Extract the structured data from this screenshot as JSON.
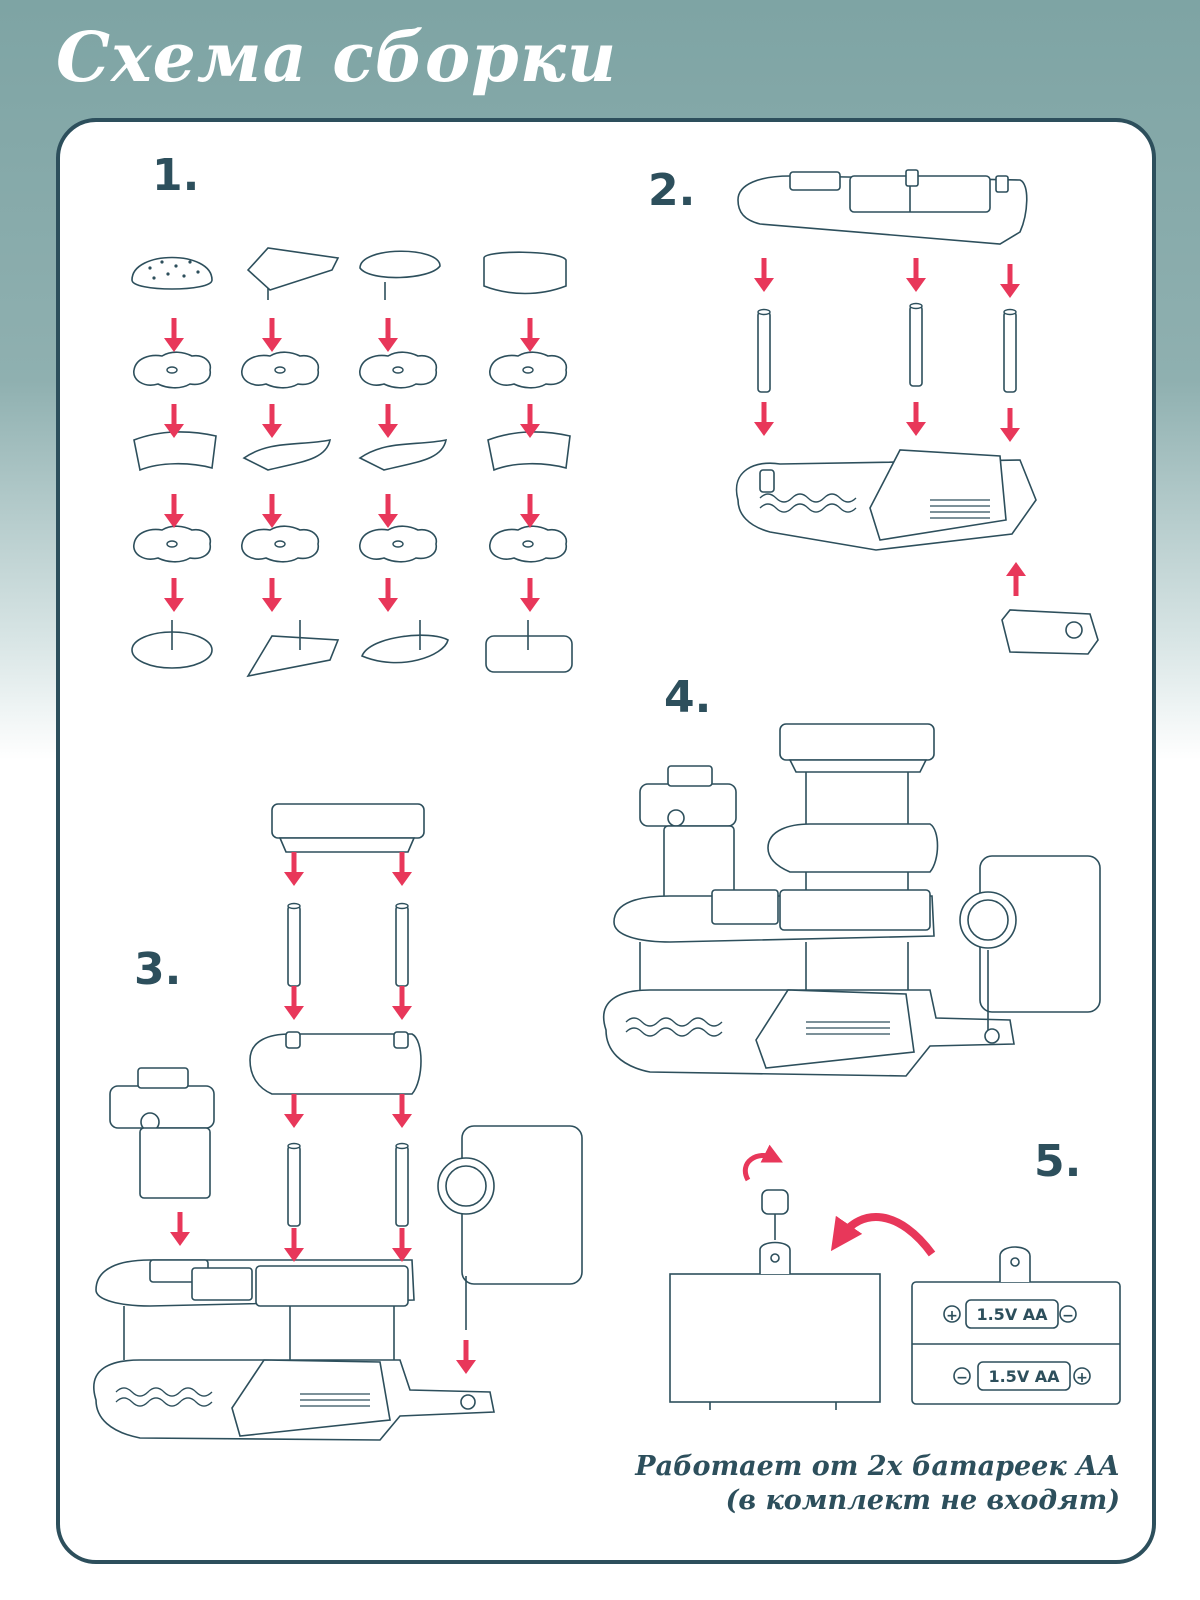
{
  "page": {
    "title": "Схема сборки",
    "accent_color": "#e8375a",
    "outline_color": "#2d4f5c",
    "header_color": "#7ea4a4"
  },
  "steps": [
    {
      "number": "1."
    },
    {
      "number": "2."
    },
    {
      "number": "3."
    },
    {
      "number": "4."
    },
    {
      "number": "5."
    }
  ],
  "battery": {
    "label_top": "1.5V AA",
    "label_bottom": "1.5V AA",
    "plus": "+",
    "minus": "−"
  },
  "note": {
    "line1": "Работает от 2х батареек АА",
    "line2": "(в комплект не входят)"
  }
}
